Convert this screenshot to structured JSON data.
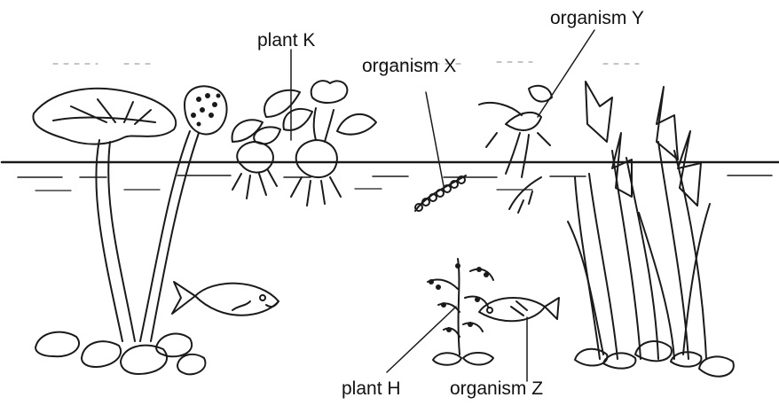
{
  "labels": {
    "plant_k": "plant K",
    "organism_x": "organism X",
    "organism_y": "organism Y",
    "plant_h": "plant H",
    "organism_z": "organism Z"
  }
}
